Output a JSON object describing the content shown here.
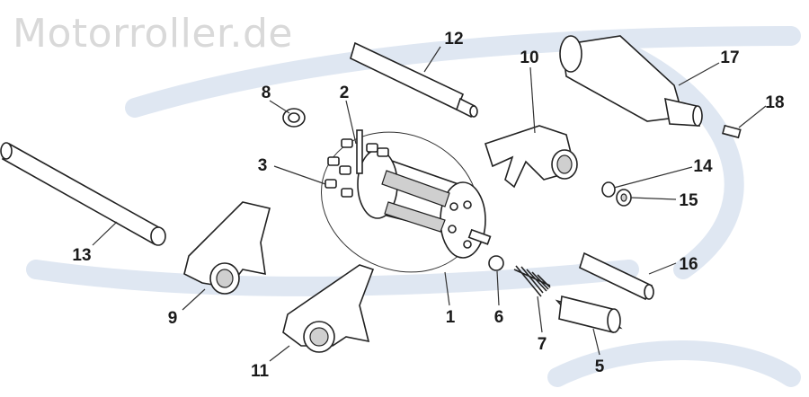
{
  "watermark": "Motorroller.de",
  "colors": {
    "watermark": "#d9d9d9",
    "background_swoosh": "#dfe7f2",
    "line": "#222222"
  },
  "labels": {
    "p1": "1",
    "p2": "2",
    "p3": "3",
    "p5": "5",
    "p6": "6",
    "p7": "7",
    "p8": "8",
    "p9": "9",
    "p10": "10",
    "p11": "11",
    "p12": "12",
    "p13": "13",
    "p14": "14",
    "p15": "15",
    "p16": "16",
    "p17": "17",
    "p18": "18"
  }
}
